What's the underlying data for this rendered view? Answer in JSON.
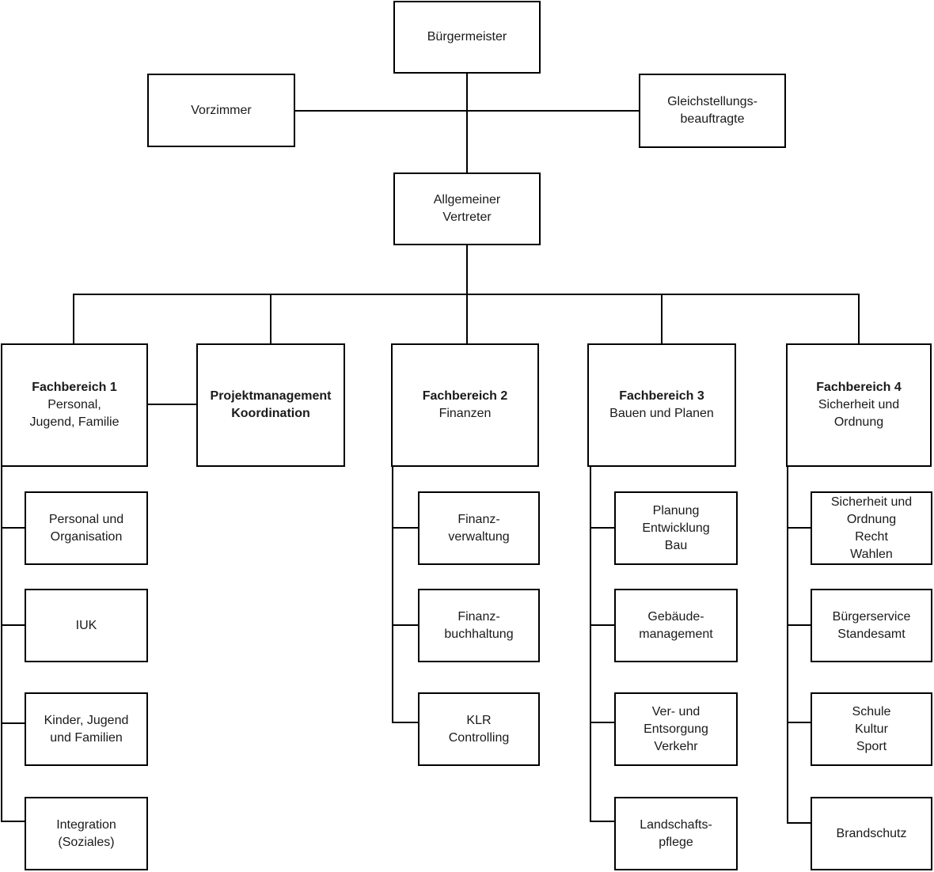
{
  "colors": {
    "background": "#ffffff",
    "line": "#000000",
    "text": "#1a1a1a"
  },
  "nodes": {
    "buergermeister": {
      "label": "Bürgermeister"
    },
    "vorzimmer": {
      "label": "Vorzimmer"
    },
    "gleichstellungsbeauftragte": {
      "label": "Gleichstellungs-\nbeauftragte"
    },
    "allgemeiner_vertreter": {
      "label": "Allgemeiner\nVertreter"
    },
    "fachbereich1": {
      "title": "Fachbereich 1",
      "subtitle": "Personal,\nJugend, Familie"
    },
    "projektmanagement": {
      "title": "Projektmanagement\nKoordination"
    },
    "fachbereich2": {
      "title": "Fachbereich 2",
      "subtitle": "Finanzen"
    },
    "fachbereich3": {
      "title": "Fachbereich 3",
      "subtitle": "Bauen und Planen"
    },
    "fachbereich4": {
      "title": "Fachbereich 4",
      "subtitle": "Sicherheit und\nOrdnung"
    },
    "fb1_sub1": {
      "label": "Personal und\nOrganisation"
    },
    "fb1_sub2": {
      "label": "IUK"
    },
    "fb1_sub3": {
      "label": "Kinder, Jugend\nund Familien"
    },
    "fb1_sub4": {
      "label": "Integration\n(Soziales)"
    },
    "fb2_sub1": {
      "label": "Finanz-\nverwaltung"
    },
    "fb2_sub2": {
      "label": "Finanz-\nbuchhaltung"
    },
    "fb2_sub3": {
      "label": "KLR\nControlling"
    },
    "fb3_sub1": {
      "label": "Planung\nEntwicklung\nBau"
    },
    "fb3_sub2": {
      "label": "Gebäude-\nmanagement"
    },
    "fb3_sub3": {
      "label": "Ver- und\nEntsorgung\nVerkehr"
    },
    "fb3_sub4": {
      "label": "Landschafts-\npflege"
    },
    "fb4_sub1": {
      "label": "Sicherheit und\nOrdnung\nRecht\nWahlen"
    },
    "fb4_sub2": {
      "label": "Bürgerservice\nStandesamt"
    },
    "fb4_sub3": {
      "label": "Schule\nKultur\nSport"
    },
    "fb4_sub4": {
      "label": "Brandschutz"
    }
  }
}
